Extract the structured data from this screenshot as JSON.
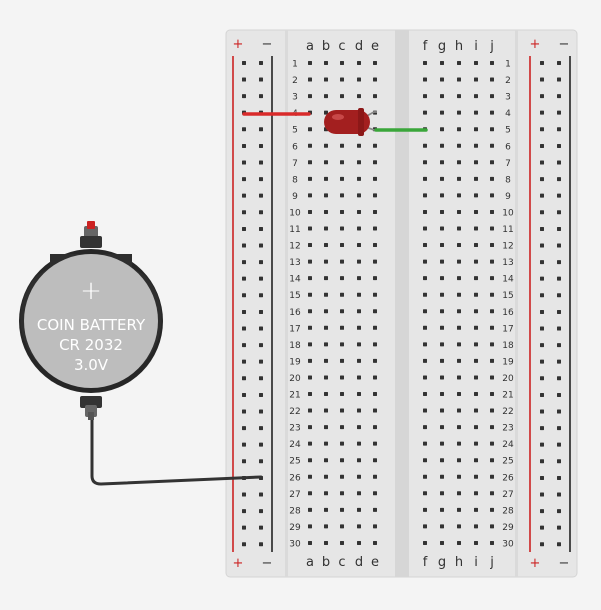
{
  "breadboard": {
    "columns_left": [
      "a",
      "b",
      "c",
      "d",
      "e"
    ],
    "columns_right": [
      "f",
      "g",
      "h",
      "i",
      "j"
    ],
    "rows": [
      "1",
      "2",
      "3",
      "4",
      "5",
      "6",
      "7",
      "8",
      "9",
      "10",
      "11",
      "12",
      "13",
      "14",
      "15",
      "16",
      "17",
      "18",
      "19",
      "20",
      "21",
      "22",
      "23",
      "24",
      "25",
      "26",
      "27",
      "28",
      "29",
      "30"
    ],
    "rail_plus": "+",
    "rail_minus": "−"
  },
  "battery": {
    "line1": "COIN BATTERY",
    "line2": "CR 2032",
    "line3": "3.0V",
    "plus_symbol": "+"
  },
  "colors": {
    "board": "#e6e6e6",
    "board_channel": "#d6d6d6",
    "hole": "#333333",
    "rail_red": "#cc2222",
    "rail_black": "#222222",
    "wire_red": "#d92a2a",
    "wire_green": "#3aa63a",
    "wire_black": "#333333",
    "led": "#a31f1f",
    "battery_shell": "#262626",
    "battery_cell": "#bdbdbd",
    "label": "#333333"
  }
}
